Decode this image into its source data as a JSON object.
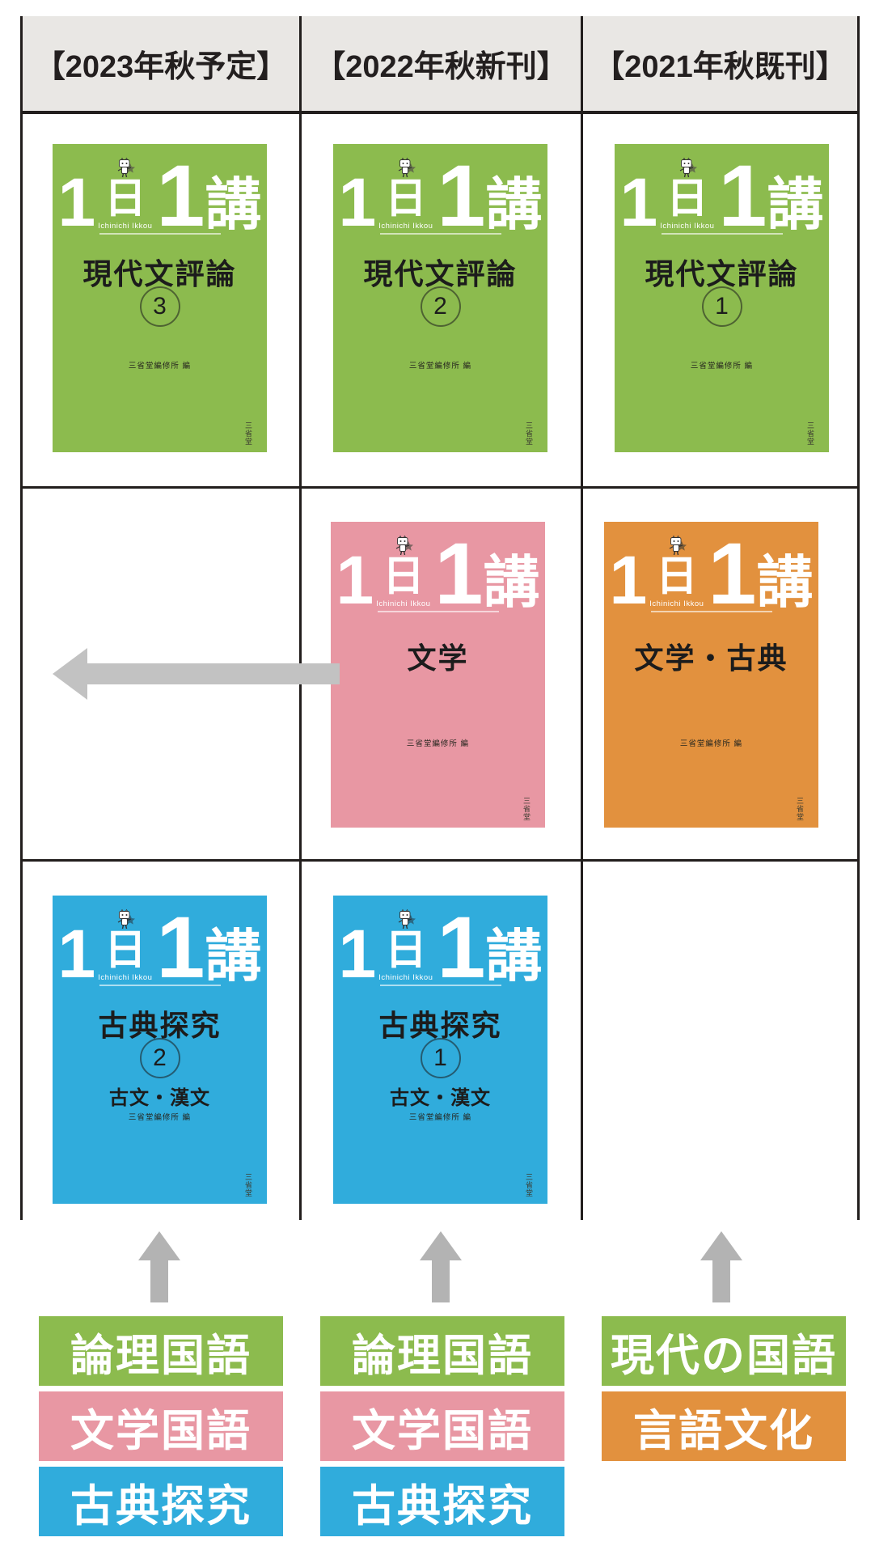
{
  "palette": {
    "green": "#8cbb4e",
    "pink": "#e897a3",
    "orange": "#e2913e",
    "blue": "#30acdc",
    "arrow_gray_left": "#c2c2c2",
    "arrow_gray_up": "#b3b3b3",
    "header_bg": "#e9e7e4",
    "grid_line": "#221e1d",
    "cover_text": "#1c1c1c",
    "logo_white": "#ffffff"
  },
  "header": {
    "columns": [
      {
        "label": "【2023年秋予定】"
      },
      {
        "label": "【2022年秋新刊】"
      },
      {
        "label": "【2021年秋既刊】"
      }
    ]
  },
  "logo": {
    "num1": "1",
    "nichi": "日",
    "num2": "1",
    "kou": "講",
    "latin": "Ichinichi Ikkou",
    "mascot_icon": "cat-mascot-icon"
  },
  "books": {
    "r1c1": {
      "title": "現代文評論",
      "number": "3",
      "publisher": "三省堂編修所 編",
      "spine": "三省堂",
      "color": "green"
    },
    "r1c2": {
      "title": "現代文評論",
      "number": "2",
      "publisher": "三省堂編修所 編",
      "spine": "三省堂",
      "color": "green"
    },
    "r1c3": {
      "title": "現代文評論",
      "number": "1",
      "publisher": "三省堂編修所 編",
      "spine": "三省堂",
      "color": "green"
    },
    "r2c2": {
      "title": "文学",
      "publisher": "三省堂編修所 編",
      "spine": "三省堂",
      "color": "pink"
    },
    "r2c3": {
      "title": "文学・古典",
      "publisher": "三省堂編修所 編",
      "spine": "三省堂",
      "color": "orange"
    },
    "r3c1": {
      "title": "古典探究",
      "number": "2",
      "subtitle": "古文・漢文",
      "publisher": "三省堂編修所 編",
      "spine": "三省堂",
      "color": "blue"
    },
    "r3c2": {
      "title": "古典探究",
      "number": "1",
      "subtitle": "古文・漢文",
      "publisher": "三省堂編修所 編",
      "spine": "三省堂",
      "color": "blue"
    }
  },
  "arrows": {
    "left": {
      "icon": "arrow-left-icon"
    },
    "up": [
      {
        "icon": "arrow-up-icon"
      },
      {
        "icon": "arrow-up-icon"
      },
      {
        "icon": "arrow-up-icon"
      }
    ]
  },
  "bottom_labels": {
    "col1": [
      {
        "text": "論理国語",
        "color": "green"
      },
      {
        "text": "文学国語",
        "color": "pink"
      },
      {
        "text": "古典探究",
        "color": "blue"
      }
    ],
    "col2": [
      {
        "text": "論理国語",
        "color": "green"
      },
      {
        "text": "文学国語",
        "color": "pink"
      },
      {
        "text": "古典探究",
        "color": "blue"
      }
    ],
    "col3": [
      {
        "text": "現代の国語",
        "color": "green"
      },
      {
        "text": "言語文化",
        "color": "orange"
      }
    ]
  }
}
